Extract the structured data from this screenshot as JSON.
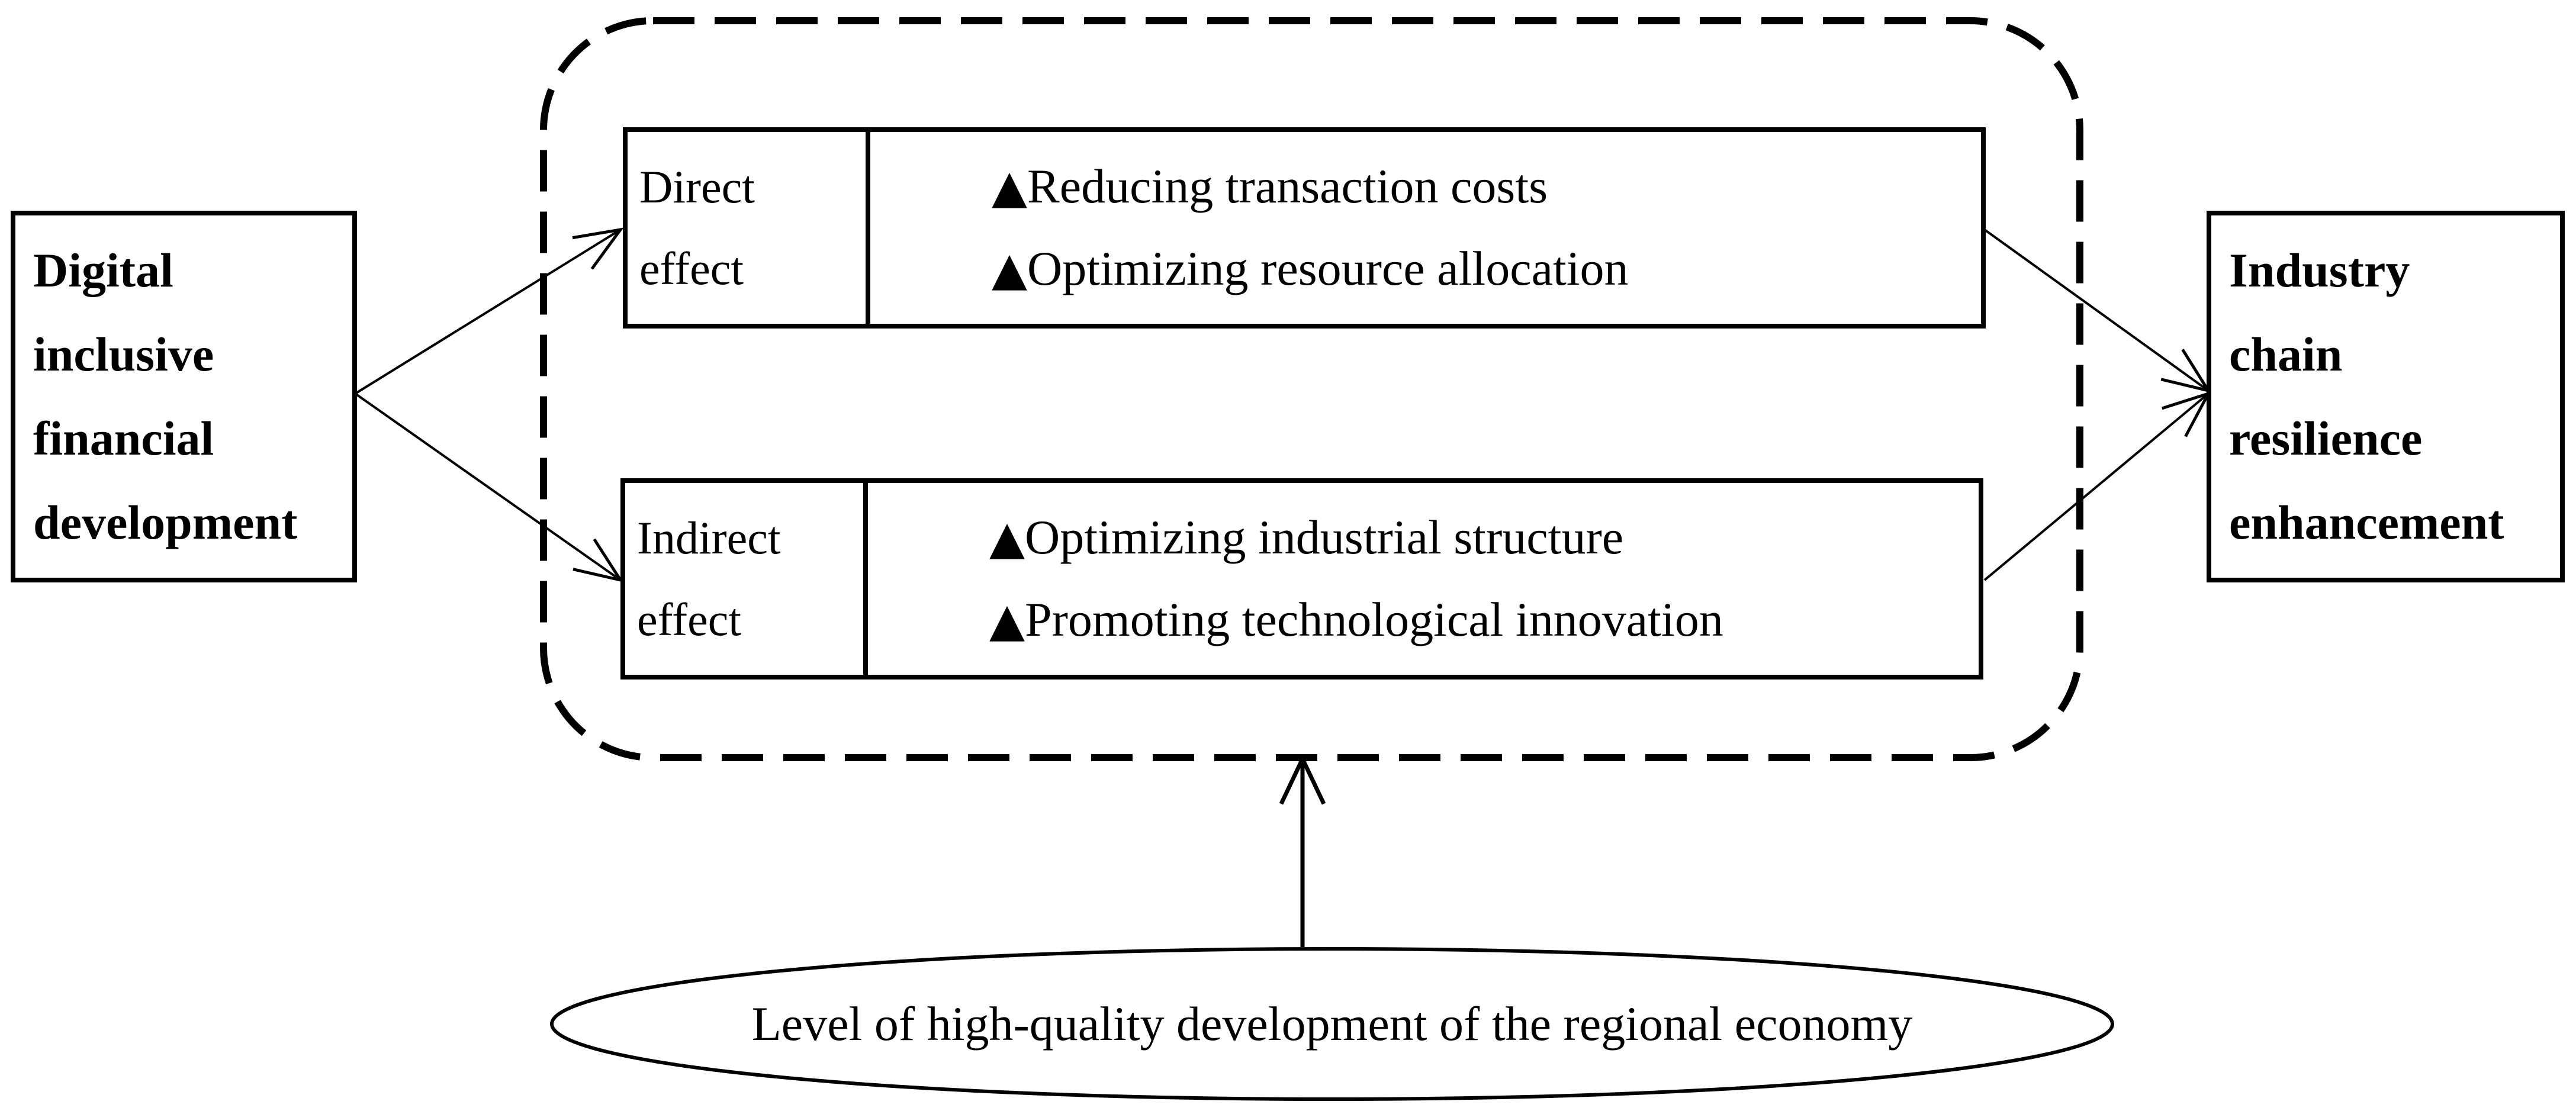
{
  "diagram": {
    "source_node": {
      "lines": [
        "Digital",
        "inclusive",
        "financial",
        "development"
      ]
    },
    "target_node": {
      "lines": [
        "Industry",
        "chain",
        "resilience",
        "enhancement"
      ]
    },
    "direct_effect": {
      "label_lines": [
        "Direct",
        "effect"
      ],
      "items": [
        "Reducing transaction costs",
        "Optimizing resource allocation"
      ]
    },
    "indirect_effect": {
      "label_lines": [
        "Indirect",
        "effect"
      ],
      "items": [
        "Optimizing industrial structure",
        "Promoting technological innovation"
      ]
    },
    "moderator": {
      "label": "Level of high-quality development of the regional economy"
    },
    "bullet_glyph": "▲",
    "colors": {
      "stroke": "#000000",
      "background": "#ffffff"
    }
  }
}
